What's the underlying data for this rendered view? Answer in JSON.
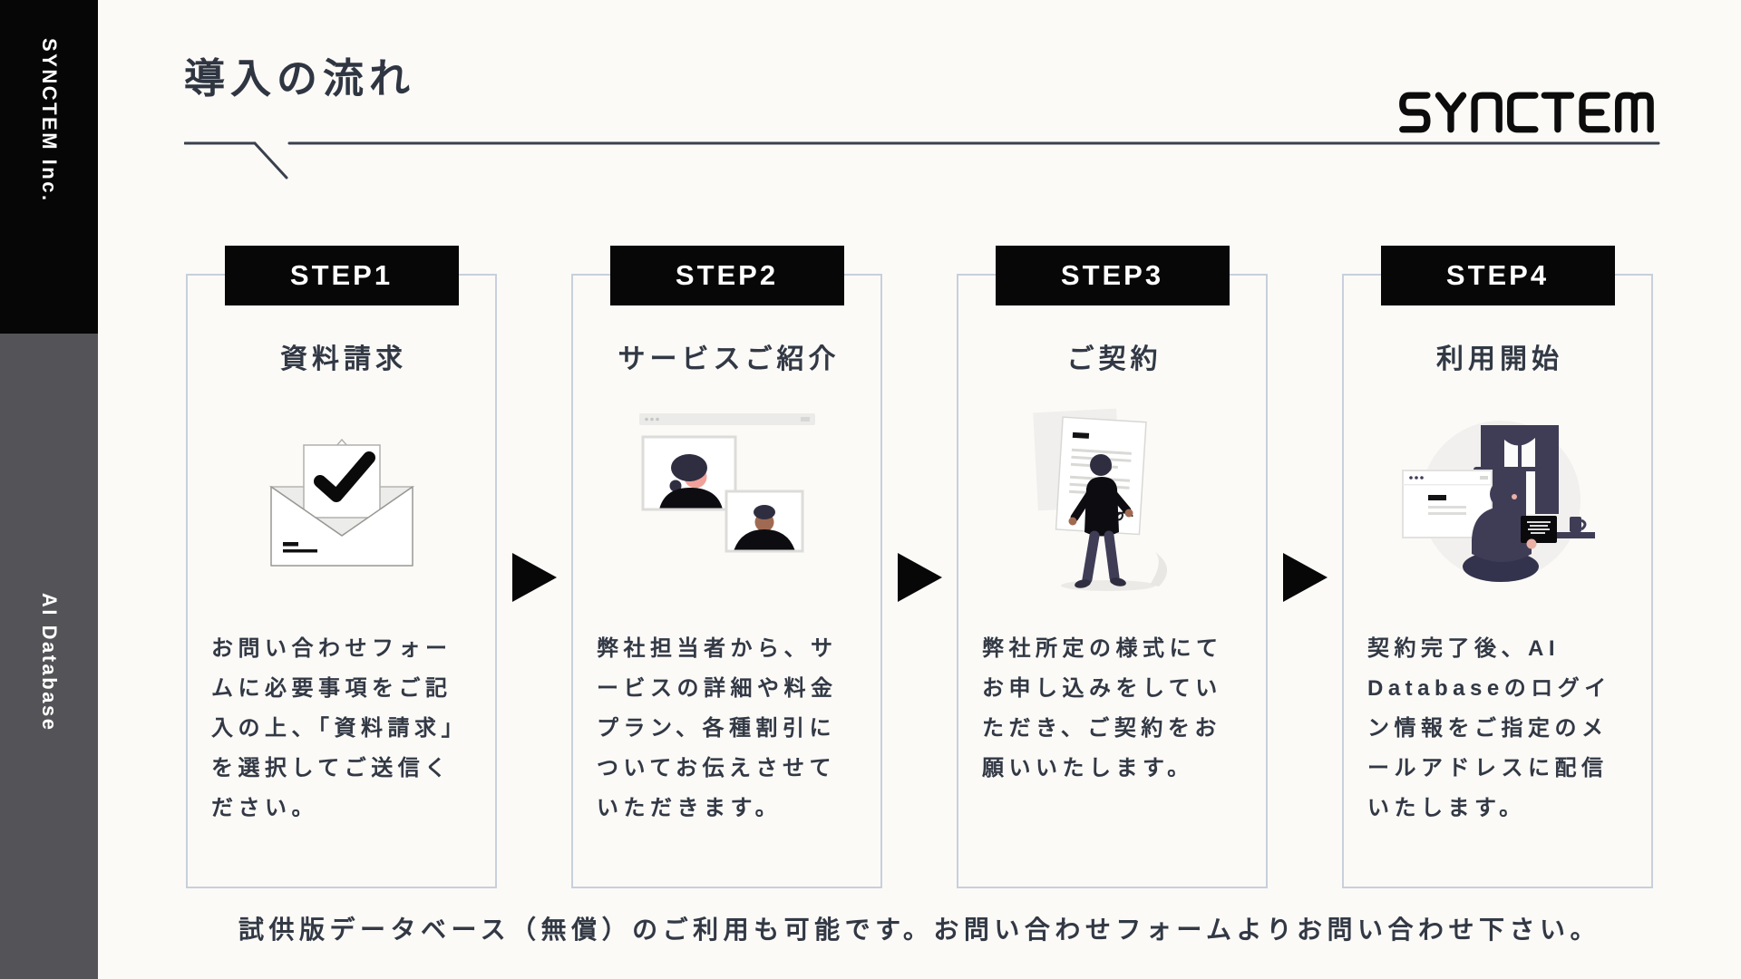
{
  "colors": {
    "background": "#fcfaf7",
    "ink": "#323945",
    "black": "#070707",
    "sidebar_gray": "#545458",
    "card_border": "#c7d0dc"
  },
  "sidebar": {
    "company": "SYNCTEM Inc.",
    "product": "AI Database"
  },
  "header": {
    "title": "導入の流れ",
    "logo": "SYNCTEM"
  },
  "icons": {
    "step_separator": "right-triangle-arrow",
    "step1_illustration": "envelope-with-checkmark",
    "step2_illustration": "online-video-call",
    "step3_illustration": "contract-signing",
    "step4_illustration": "person-at-desk-workstation"
  },
  "steps": [
    {
      "badge": "STEP1",
      "title": "資料請求",
      "description": "お問い合わせフォームに必要事項をご記入の上、「資料請求」を選択してご送信ください。"
    },
    {
      "badge": "STEP2",
      "title": "サービスご紹介",
      "description": "弊社担当者から、サービスの詳細や料金プラン、各種割引についてお伝えさせていただきます。"
    },
    {
      "badge": "STEP3",
      "title": "ご契約",
      "description": "弊社所定の様式にてお申し込みをしていただき、ご契約をお願いいたします。"
    },
    {
      "badge": "STEP4",
      "title": "利用開始",
      "description": "契約完了後、AI Databaseのログイン情報をご指定のメールアドレスに配信いたします。"
    }
  ],
  "footer": {
    "note": "試供版データベース（無償）のご利用も可能です。お問い合わせフォームよりお問い合わせ下さい。"
  }
}
